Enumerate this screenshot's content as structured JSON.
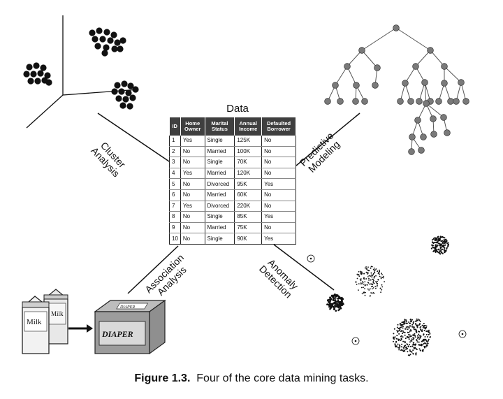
{
  "data_title": "Data",
  "table": {
    "headers": [
      "ID",
      "Home Owner",
      "Marital Status",
      "Annual Income",
      "Defaulted Borrower"
    ],
    "rows": [
      [
        "1",
        "Yes",
        "Single",
        "125K",
        "No"
      ],
      [
        "2",
        "No",
        "Married",
        "100K",
        "No"
      ],
      [
        "3",
        "No",
        "Single",
        "70K",
        "No"
      ],
      [
        "4",
        "Yes",
        "Married",
        "120K",
        "No"
      ],
      [
        "5",
        "No",
        "Divorced",
        "95K",
        "Yes"
      ],
      [
        "6",
        "No",
        "Married",
        "60K",
        "No"
      ],
      [
        "7",
        "Yes",
        "Divorced",
        "220K",
        "No"
      ],
      [
        "8",
        "No",
        "Single",
        "85K",
        "Yes"
      ],
      [
        "9",
        "No",
        "Married",
        "75K",
        "No"
      ],
      [
        "10",
        "No",
        "Single",
        "90K",
        "Yes"
      ]
    ]
  },
  "tasks": {
    "cluster": [
      "Cluster",
      "Analysis"
    ],
    "predictive": [
      "Predictive",
      "Modeling"
    ],
    "association": [
      "Association",
      "Analysis"
    ],
    "anomaly": [
      "Anomaly",
      "Detection"
    ]
  },
  "products": {
    "milk": "Milk",
    "diaper": "DIAPER"
  },
  "caption": {
    "label": "Figure 1.3.",
    "text": "Four of the core data mining tasks."
  },
  "colors": {
    "tree_node": "#7a7a7a",
    "table_header": "#3f3f3f",
    "ink": "#111111"
  }
}
